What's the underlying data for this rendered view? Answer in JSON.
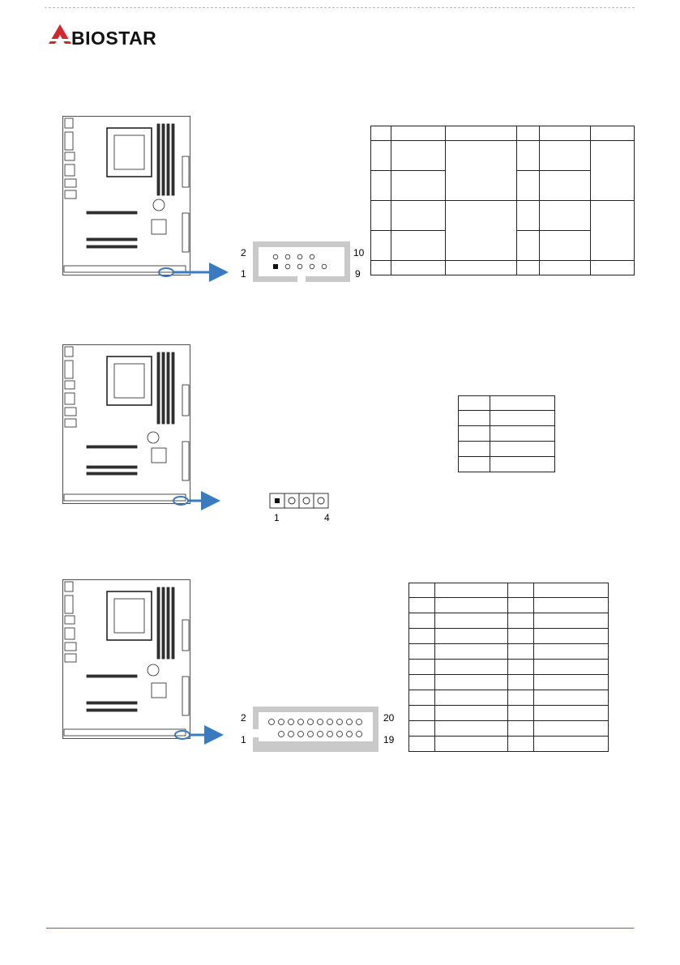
{
  "brand": {
    "name": "BIOSTAR",
    "color": "#d6262d"
  },
  "accent_color": "#3a7bc0",
  "footer_line_color": "#d83a3a",
  "sections": [
    {
      "id": "header-10pin",
      "pin_labels": {
        "top_left": "2",
        "bottom_left": "1",
        "top_right": "10",
        "bottom_right": "9"
      }
    },
    {
      "id": "header-4pin",
      "pin_labels": {
        "left": "1",
        "right": "4"
      }
    },
    {
      "id": "header-20pin",
      "pin_labels": {
        "top_left": "2",
        "bottom_left": "1",
        "top_right": "20",
        "bottom_right": "19"
      }
    }
  ]
}
